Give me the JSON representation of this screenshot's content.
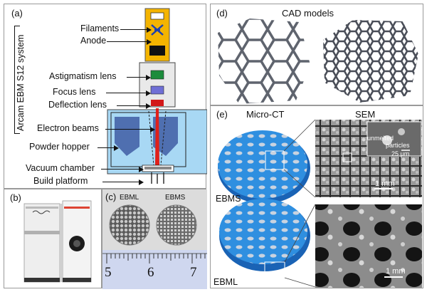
{
  "panel_a": {
    "tag": "(a)",
    "system": "Arcam EBM S12 system",
    "labels": {
      "filaments": "Filaments",
      "anode": "Anode",
      "astigmatism": "Astigmatism lens",
      "focus": "Focus lens",
      "deflection": "Deflection lens",
      "beams": "Electron beams",
      "hopper": "Powder hopper",
      "vacuum": "Vacuum chamber",
      "platform": "Build platform"
    }
  },
  "panel_b": {
    "tag": "(b)"
  },
  "panel_c": {
    "tag": "(c)",
    "left": "EBML",
    "right": "EBMS",
    "ruler_numbers": [
      "5",
      "6",
      "7"
    ]
  },
  "panel_d": {
    "tag": "(d)",
    "title": "CAD models"
  },
  "panel_e": {
    "tag": "(e)",
    "micro_ct": "Micro-CT",
    "sem": "SEM",
    "ebms": "EBMS",
    "ebml": "EBML",
    "unmelted": "unmelted",
    "particles": "particles",
    "inset_scale": "25 μm",
    "scale_top": "1 mm",
    "scale_bottom": "1 mm"
  },
  "colors": {
    "gun_yellow": "#f4b400",
    "chamber_blue": "#a8d8f4",
    "hopper_blue": "#4f6fb0",
    "lens_green": "#1c8c3c",
    "lens_purple": "#6f6fd6",
    "lens_red": "#d21818",
    "beam_red": "#e0201a",
    "ct_blue": "#2f8fe0"
  }
}
